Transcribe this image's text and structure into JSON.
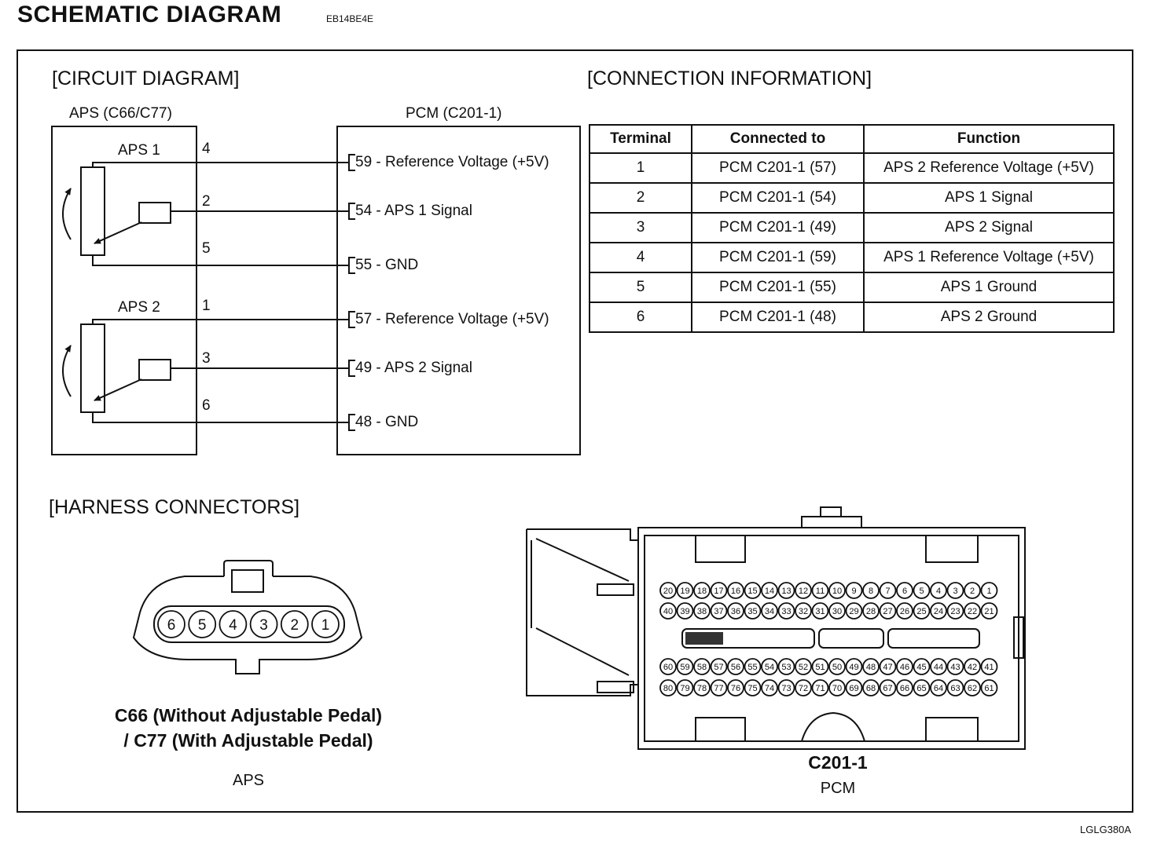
{
  "header": {
    "title": "SCHEMATIC DIAGRAM",
    "code": "EB14BE4E"
  },
  "circuit": {
    "heading": "[CIRCUIT DIAGRAM]",
    "aps_box_label": "APS (C66/C77)",
    "pcm_box_label": "PCM (C201-1)",
    "aps1_label": "APS 1",
    "aps2_label": "APS 2",
    "wires": [
      {
        "num": "4",
        "pin": "59 - Reference Voltage (+5V)"
      },
      {
        "num": "2",
        "pin": "54 - APS 1 Signal"
      },
      {
        "num": "5",
        "pin": "55 - GND"
      },
      {
        "num": "1",
        "pin": "57 - Reference Voltage (+5V)"
      },
      {
        "num": "3",
        "pin": "49 - APS 2 Signal"
      },
      {
        "num": "6",
        "pin": "48 - GND"
      }
    ]
  },
  "connection": {
    "heading": "[CONNECTION INFORMATION]",
    "columns": [
      "Terminal",
      "Connected to",
      "Function"
    ],
    "rows": [
      [
        "1",
        "PCM C201-1 (57)",
        "APS 2 Reference Voltage (+5V)"
      ],
      [
        "2",
        "PCM C201-1 (54)",
        "APS 1 Signal"
      ],
      [
        "3",
        "PCM C201-1 (49)",
        "APS 2 Signal"
      ],
      [
        "4",
        "PCM C201-1 (59)",
        "APS 1 Reference Voltage (+5V)"
      ],
      [
        "5",
        "PCM C201-1 (55)",
        "APS 1 Ground"
      ],
      [
        "6",
        "PCM C201-1 (48)",
        "APS 2 Ground"
      ]
    ]
  },
  "harness": {
    "heading": "[HARNESS CONNECTORS]",
    "aps_pins": [
      "6",
      "5",
      "4",
      "3",
      "2",
      "1"
    ],
    "aps_caption_line1": "C66 (Without Adjustable Pedal)",
    "aps_caption_line2": "/ C77 (With Adjustable Pedal)",
    "aps_caption_name": "APS",
    "pcm_caption_line1": "C201-1",
    "pcm_caption_name": "PCM",
    "pcm_rows": [
      [
        "20",
        "19",
        "18",
        "17",
        "16",
        "15",
        "14",
        "13",
        "12",
        "11",
        "10",
        "9",
        "8",
        "7",
        "6",
        "5",
        "4",
        "3",
        "2",
        "1"
      ],
      [
        "40",
        "39",
        "38",
        "37",
        "36",
        "35",
        "34",
        "33",
        "32",
        "31",
        "30",
        "29",
        "28",
        "27",
        "26",
        "25",
        "24",
        "23",
        "22",
        "21"
      ],
      [
        "60",
        "59",
        "58",
        "57",
        "56",
        "55",
        "54",
        "53",
        "52",
        "51",
        "50",
        "49",
        "48",
        "47",
        "46",
        "45",
        "44",
        "43",
        "42",
        "41"
      ],
      [
        "80",
        "79",
        "78",
        "77",
        "76",
        "75",
        "74",
        "73",
        "72",
        "71",
        "70",
        "69",
        "68",
        "67",
        "66",
        "65",
        "64",
        "63",
        "62",
        "61"
      ]
    ]
  },
  "footer": {
    "code": "LGLG380A"
  }
}
